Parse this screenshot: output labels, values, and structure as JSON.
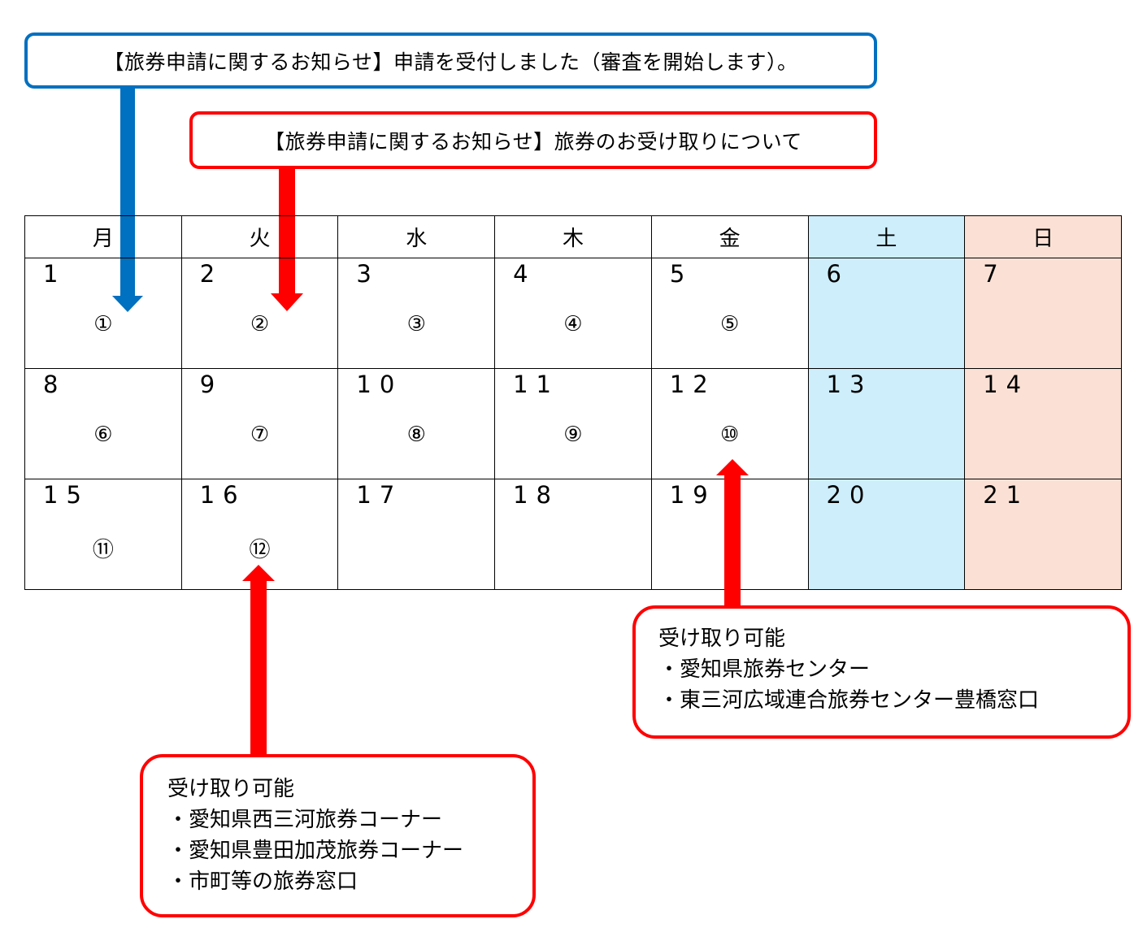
{
  "notices": {
    "received": {
      "text": "【旅券申請に関するお知らせ】申請を受付しました（審査を開始します）。",
      "color": "#0070c0",
      "points_to_day": 1
    },
    "pickup": {
      "text": "【旅券申請に関するお知らせ】旅券のお受け取りについて",
      "color": "#ff0000",
      "points_to_day": 2
    }
  },
  "calendar": {
    "weekdays": [
      "月",
      "火",
      "水",
      "木",
      "金",
      "土",
      "日"
    ],
    "weekend_colors": {
      "saturday": "#cdeefa",
      "sunday": "#fbe1d5"
    },
    "weeks": [
      [
        {
          "day": "1",
          "marker": "①"
        },
        {
          "day": "2",
          "marker": "②"
        },
        {
          "day": "3",
          "marker": "③"
        },
        {
          "day": "4",
          "marker": "④"
        },
        {
          "day": "5",
          "marker": "⑤"
        },
        {
          "day": "6",
          "marker": ""
        },
        {
          "day": "7",
          "marker": ""
        }
      ],
      [
        {
          "day": "8",
          "marker": "⑥"
        },
        {
          "day": "9",
          "marker": "⑦"
        },
        {
          "day": "10",
          "marker": "⑧"
        },
        {
          "day": "11",
          "marker": "⑨"
        },
        {
          "day": "12",
          "marker": "⑩"
        },
        {
          "day": "13",
          "marker": ""
        },
        {
          "day": "14",
          "marker": ""
        }
      ],
      [
        {
          "day": "15",
          "marker": "⑪"
        },
        {
          "day": "16",
          "marker": "⑫"
        },
        {
          "day": "17",
          "marker": ""
        },
        {
          "day": "18",
          "marker": ""
        },
        {
          "day": "19",
          "marker": ""
        },
        {
          "day": "20",
          "marker": ""
        },
        {
          "day": "21",
          "marker": ""
        }
      ]
    ]
  },
  "pickup_locations": {
    "day12": {
      "heading": "受け取り可能",
      "items": [
        "・愛知県旅券センター",
        "・東三河広域連合旅券センター豊橋窓口"
      ],
      "points_to_marker": "⑩"
    },
    "day16": {
      "heading": "受け取り可能",
      "items": [
        "・愛知県西三河旅券コーナー",
        "・愛知県豊田加茂旅券コーナー",
        "・市町等の旅券窓口"
      ],
      "points_to_marker": "⑫"
    }
  }
}
